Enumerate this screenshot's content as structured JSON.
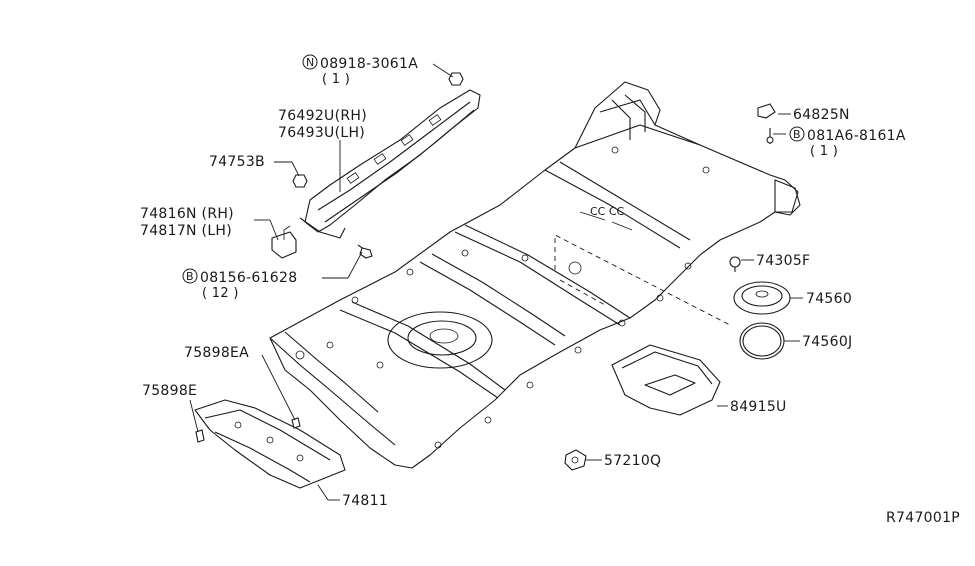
{
  "diagram": {
    "reference_code": "R747001P",
    "callouts": [
      {
        "id": "n08918",
        "prefix": "N",
        "part": "08918-3061A",
        "qty": "( 1 )"
      },
      {
        "id": "p76492",
        "part": "76492U(RH)"
      },
      {
        "id": "p76493",
        "part": "76493U(LH)"
      },
      {
        "id": "p74753",
        "part": "74753B"
      },
      {
        "id": "p74816",
        "part": "74816N (RH)"
      },
      {
        "id": "p74817",
        "part": "74817N (LH)"
      },
      {
        "id": "b08156",
        "prefix": "B",
        "part": "08156-61628",
        "qty": "( 12 )"
      },
      {
        "id": "p75898ea",
        "part": "75898EA"
      },
      {
        "id": "p75898e",
        "part": "75898E"
      },
      {
        "id": "p74811",
        "part": "74811"
      },
      {
        "id": "p64825",
        "part": "64825N"
      },
      {
        "id": "b081a6",
        "prefix": "B",
        "part": "081A6-8161A",
        "qty": "( 1 )"
      },
      {
        "id": "p74305",
        "part": "74305F"
      },
      {
        "id": "p74560",
        "part": "74560"
      },
      {
        "id": "p74560j",
        "part": "74560J"
      },
      {
        "id": "p84915",
        "part": "84915U"
      },
      {
        "id": "p57210",
        "part": "57210Q"
      }
    ]
  }
}
